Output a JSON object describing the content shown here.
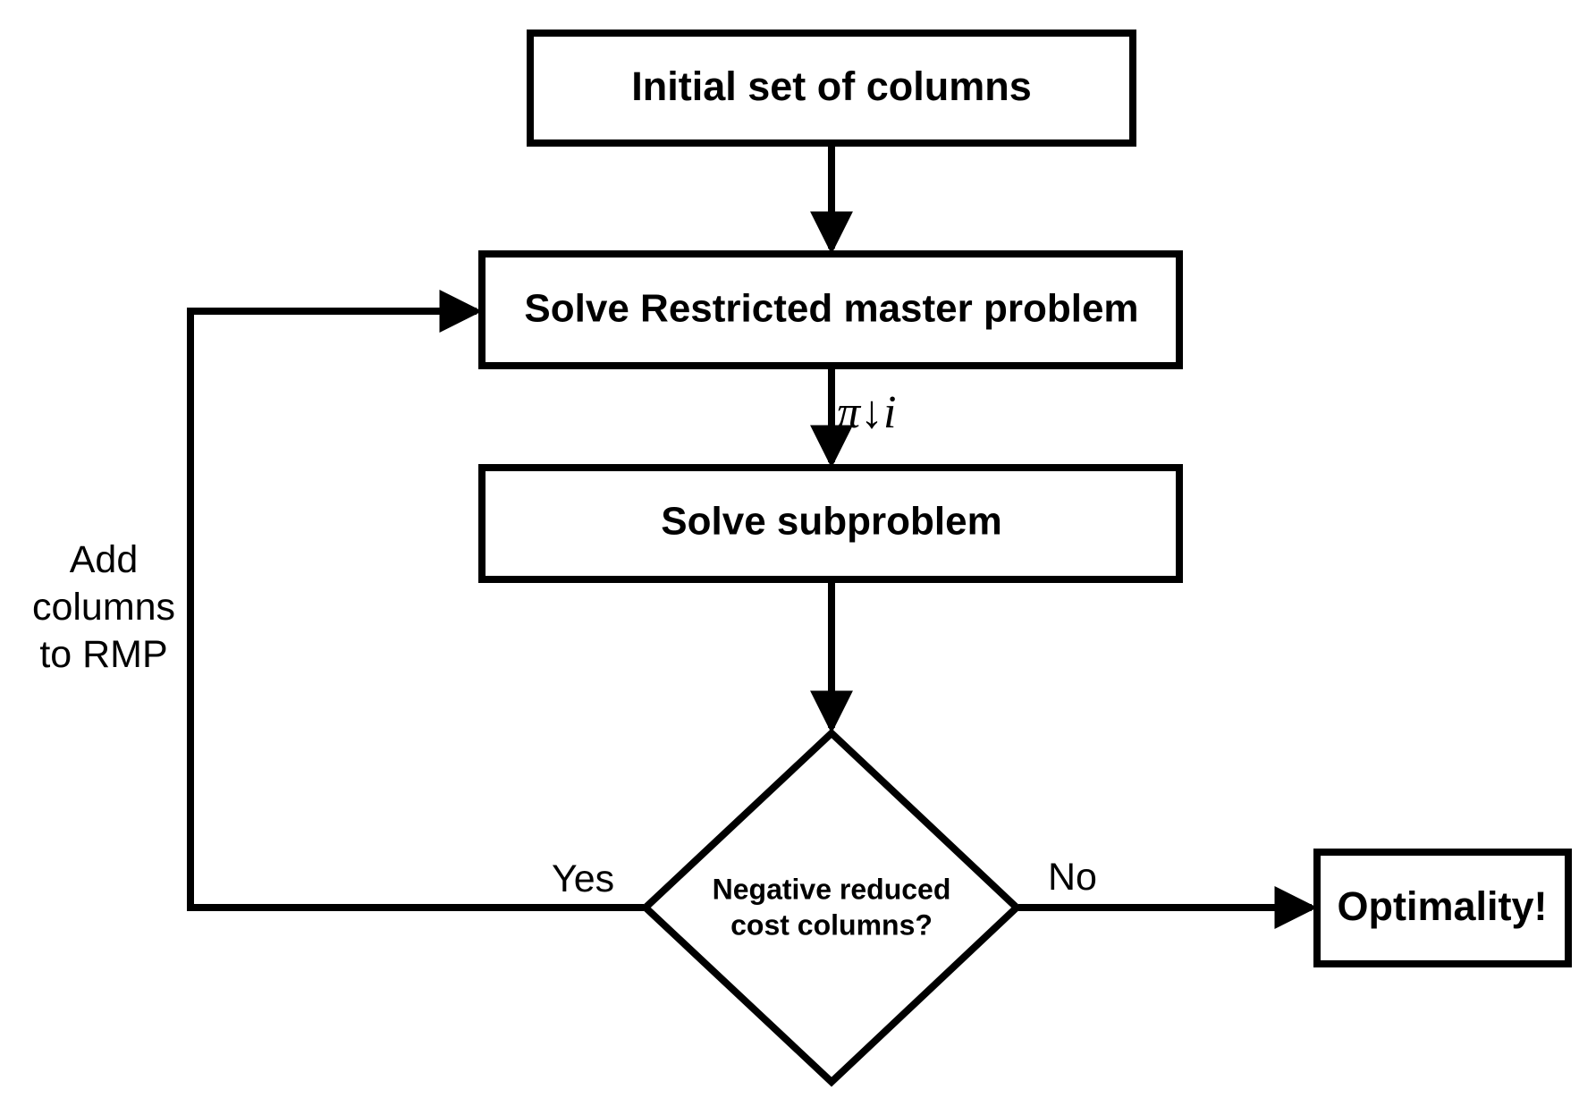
{
  "nodes": {
    "initial": "Initial set of columns",
    "rmp": "Solve Restricted master problem",
    "sub": "Solve subproblem",
    "decision_line1": "Negative reduced",
    "decision_line2": "cost columns?",
    "optimality": "Optimality!"
  },
  "edges": {
    "duals": "π↓i",
    "yes": "Yes",
    "no": "No",
    "loop_line1": "Add",
    "loop_line2": "columns",
    "loop_line3": "to RMP"
  },
  "colors": {
    "stroke": "#000000",
    "background": "#ffffff"
  }
}
